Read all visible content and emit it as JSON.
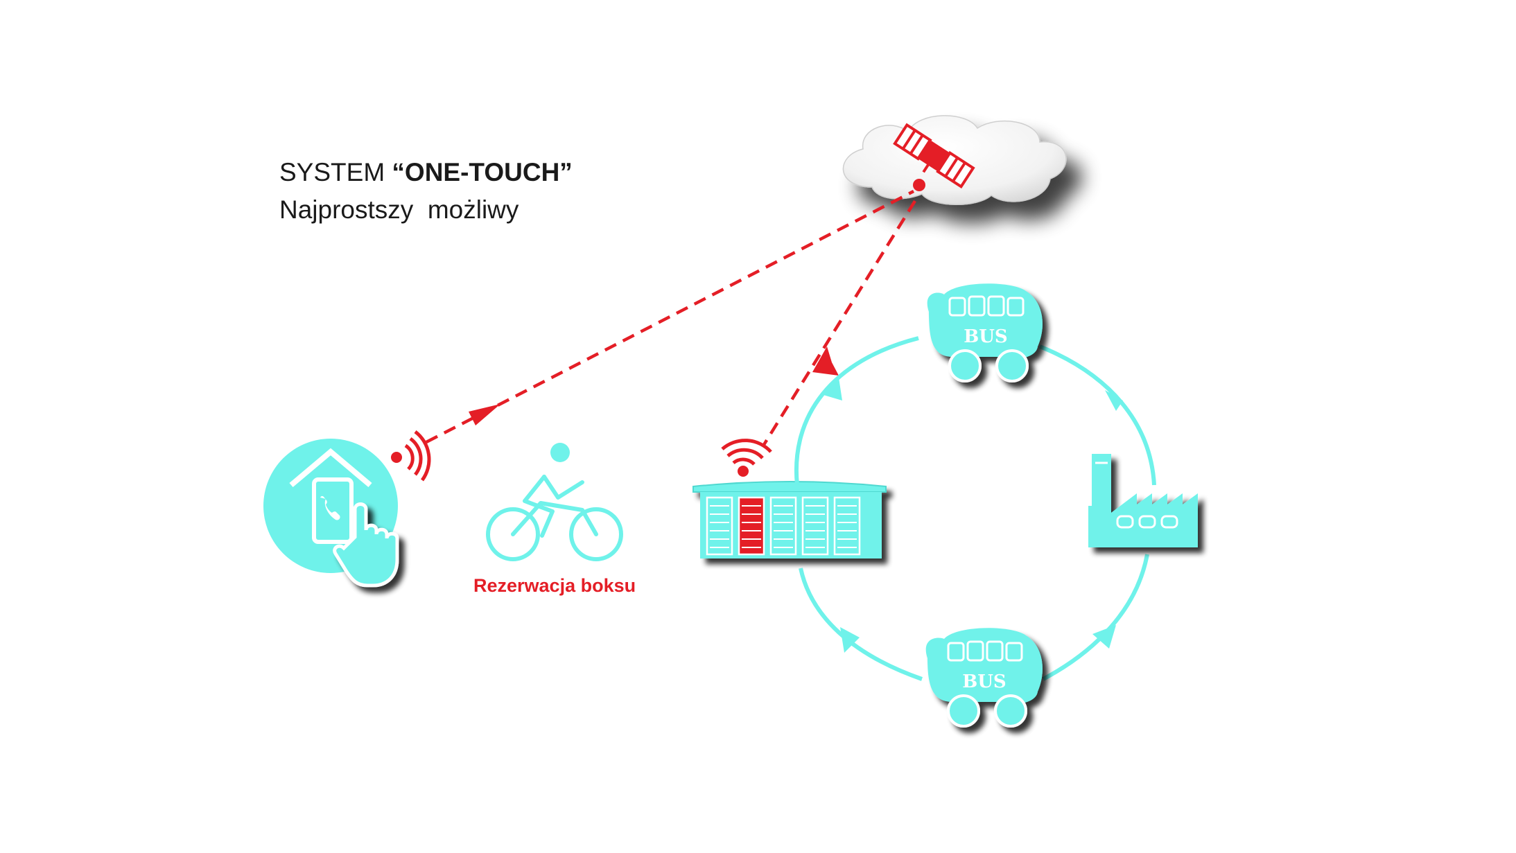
{
  "title": {
    "prefix": "SYSTEM ",
    "emphasis": "“ONE-TOUCH”"
  },
  "subtitle": "Najprostszy  możliwy",
  "caption": "Rezerwacja boksu",
  "buses": [
    {
      "label": "BUS"
    },
    {
      "label": "BUS"
    }
  ],
  "colors": {
    "cyan": "#6ff2ea",
    "red": "#e41e26",
    "text": "#1a1a1a"
  },
  "icons": {
    "phone_home": "phone-home-icon",
    "cyclist": "cyclist-icon",
    "locker": "bike-locker-icon",
    "satellite": "satellite-icon",
    "factory": "factory-icon",
    "bus": "bus-icon"
  }
}
